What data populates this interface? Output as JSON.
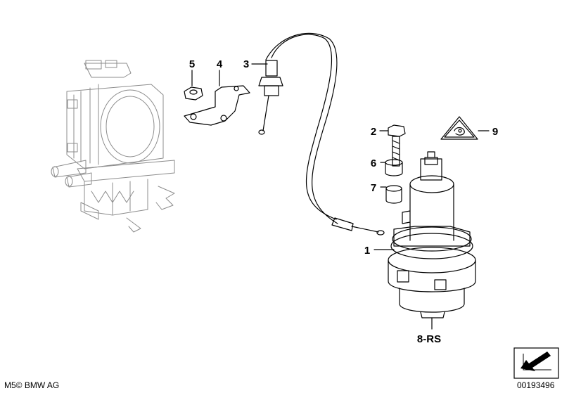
{
  "labels": {
    "l1": "1",
    "l2": "2",
    "l3": "3",
    "l4": "4",
    "l5": "5",
    "l6": "6",
    "l7": "7",
    "l8": "8-RS",
    "l9": "9"
  },
  "footer": {
    "left": "M5© BMW AG",
    "right": "00193496"
  },
  "icons": {
    "warning": "warning-triangle-icon",
    "nav": "diagonal-arrow-icon"
  }
}
